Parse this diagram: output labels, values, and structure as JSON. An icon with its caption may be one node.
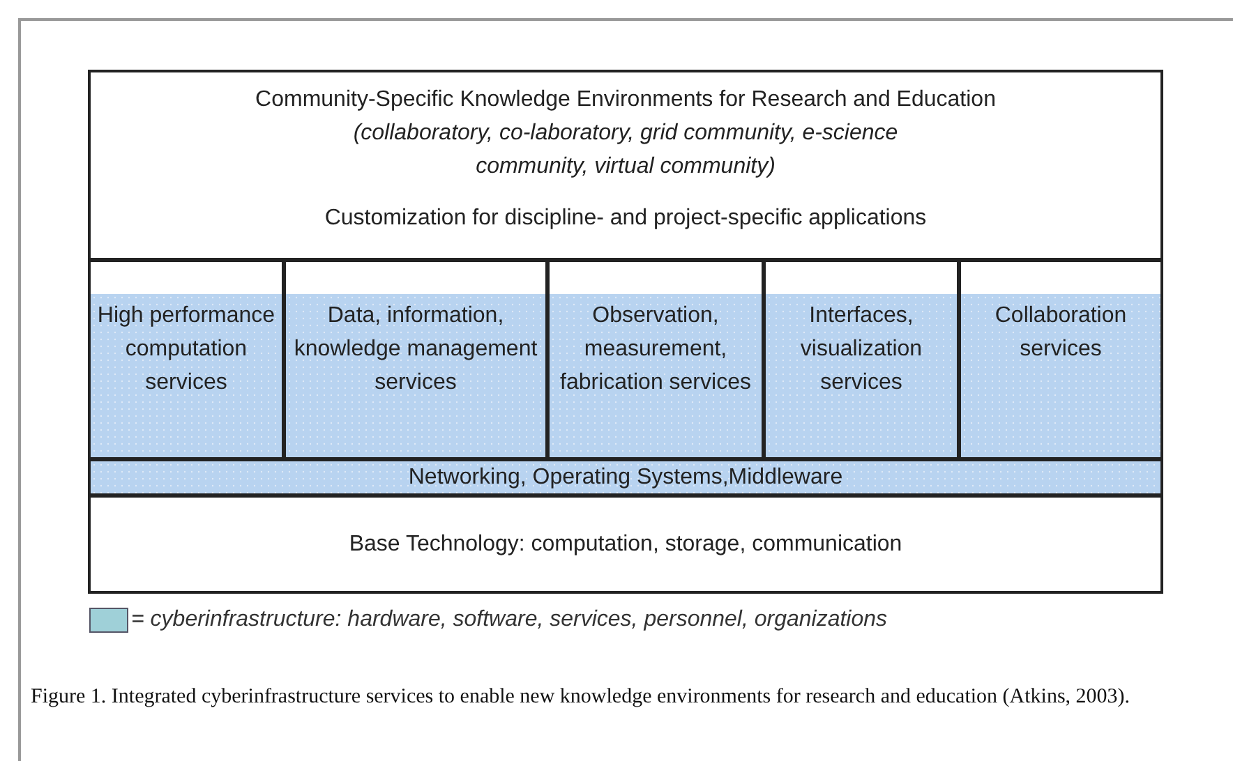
{
  "diagram": {
    "caption": "Figure 1.  Integrated cyberinfrastructure services to enable new knowledge environments for research and education (Atkins, 2003).",
    "nodes": [
      {
        "text": [
          "Community-Specific Knowledge Environments for Research and Education",
          "(collaboratory, co-laboratory, grid community, e-science community, virtual community)",
          "Customization for discipline- and project-specific applications"
        ]
      },
      {
        "text": [
          "High performance computation services"
        ]
      },
      {
        "text": [
          "Data, information, knowledge management services"
        ]
      },
      {
        "text": [
          "Observation, measurement, fabrication services"
        ]
      },
      {
        "text": [
          "Interfaces, visualization services"
        ]
      },
      {
        "text": [
          "Collaboration services"
        ]
      },
      {
        "text": [
          "Networking, Operating Systems,Middleware"
        ]
      },
      {
        "text": [
          "Base Technology: computation, storage, communication"
        ]
      }
    ],
    "legend": [
      {
        "text": "= cyberinfrastructure: hardware, software, services, personnel, organizations",
        "color": "#9fd0d8"
      }
    ]
  }
}
